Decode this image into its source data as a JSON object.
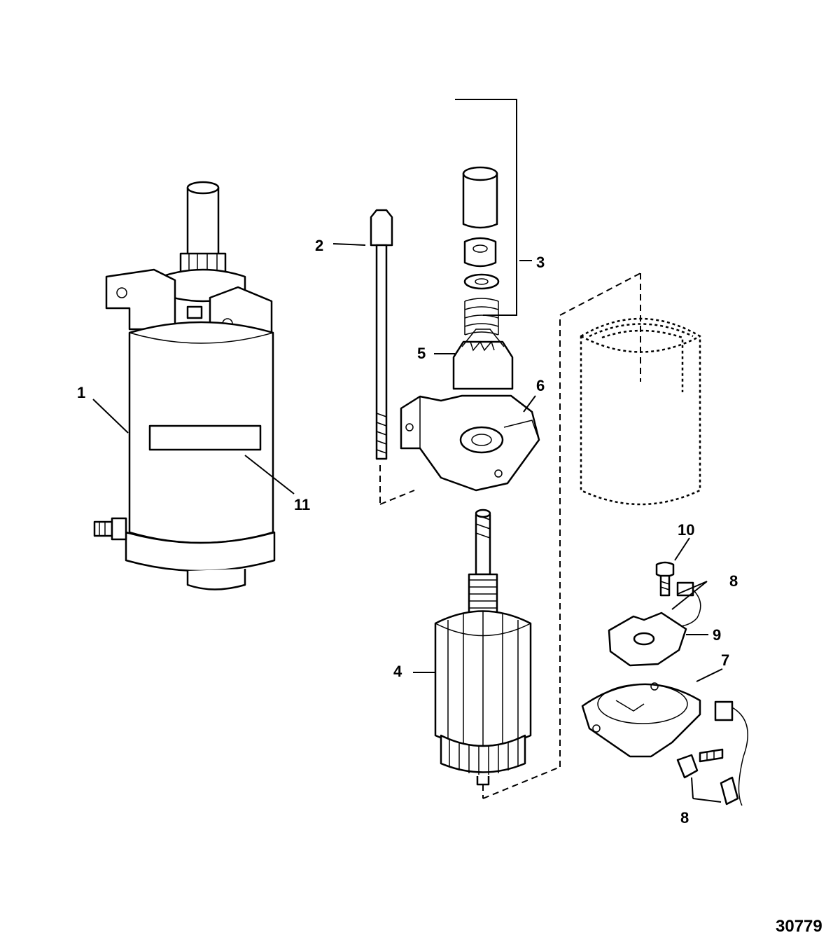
{
  "figure_number": "30779",
  "callouts": {
    "c1": "1",
    "c2": "2",
    "c3": "3",
    "c4": "4",
    "c5": "5",
    "c6": "6",
    "c7": "7",
    "c8a": "8",
    "c8b": "8",
    "c9": "9",
    "c10": "10",
    "c11": "11"
  }
}
